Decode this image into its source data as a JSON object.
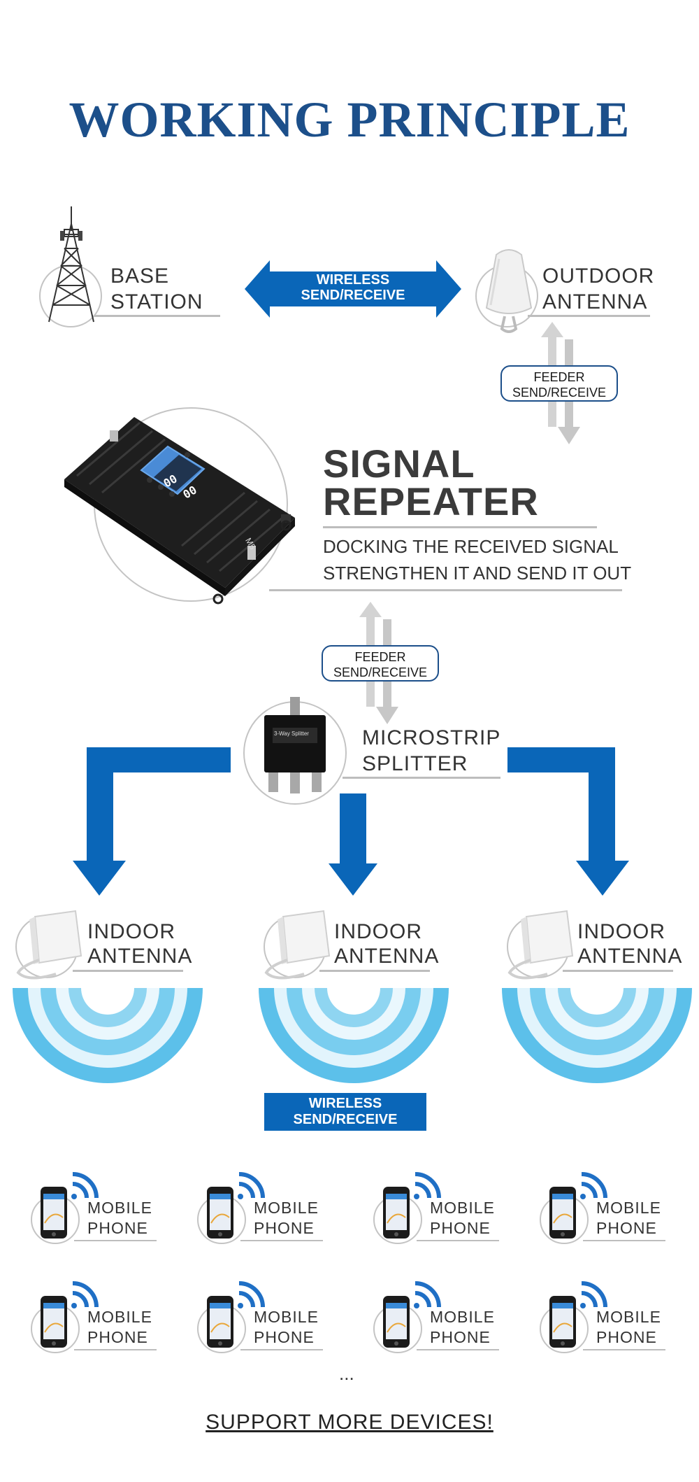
{
  "title": "WORKING PRINCIPLE",
  "base_station": {
    "line1": "BASE",
    "line2": "STATION"
  },
  "wireless_top": {
    "line1": "WIRELESS",
    "line2": "SEND/RECEIVE"
  },
  "outdoor_antenna": {
    "line1": "OUTDOOR",
    "line2": "ANTENNA"
  },
  "feeder_top": {
    "line1": "FEEDER",
    "line2": "SEND/RECEIVE"
  },
  "repeater": {
    "line1": "SIGNAL",
    "line2": "REPEATER",
    "desc1": "DOCKING THE RECEIVED SIGNAL",
    "desc2": "STRENGTHEN IT AND SEND IT OUT",
    "display_left": "00",
    "display_right": "00",
    "model_label": "M5"
  },
  "feeder_mid": {
    "line1": "FEEDER",
    "line2": "SEND/RECEIVE"
  },
  "splitter": {
    "line1": "MICROSTRIP",
    "line2": "SPLITTER",
    "device_label": "3-Way Splitter"
  },
  "indoor_antennas": [
    {
      "line1": "INDOOR",
      "line2": "ANTENNA"
    },
    {
      "line1": "INDOOR",
      "line2": "ANTENNA"
    },
    {
      "line1": "INDOOR",
      "line2": "ANTENNA"
    }
  ],
  "wireless_bottom": {
    "line1": "WIRELESS",
    "line2": "SEND/RECEIVE"
  },
  "phones": [
    {
      "line1": "MOBILE",
      "line2": "PHONE"
    },
    {
      "line1": "MOBILE",
      "line2": "PHONE"
    },
    {
      "line1": "MOBILE",
      "line2": "PHONE"
    },
    {
      "line1": "MOBILE",
      "line2": "PHONE"
    },
    {
      "line1": "MOBILE",
      "line2": "PHONE"
    },
    {
      "line1": "MOBILE",
      "line2": "PHONE"
    },
    {
      "line1": "MOBILE",
      "line2": "PHONE"
    },
    {
      "line1": "MOBILE",
      "line2": "PHONE"
    }
  ],
  "ellipsis": "...",
  "footer": "SUPPORT MORE DEVICES!",
  "colors": {
    "title": "#1c4f8a",
    "accent_blue": "#0a66b8",
    "wave": "#5cc0ea",
    "gray_arrow": "#d0d0d0"
  }
}
